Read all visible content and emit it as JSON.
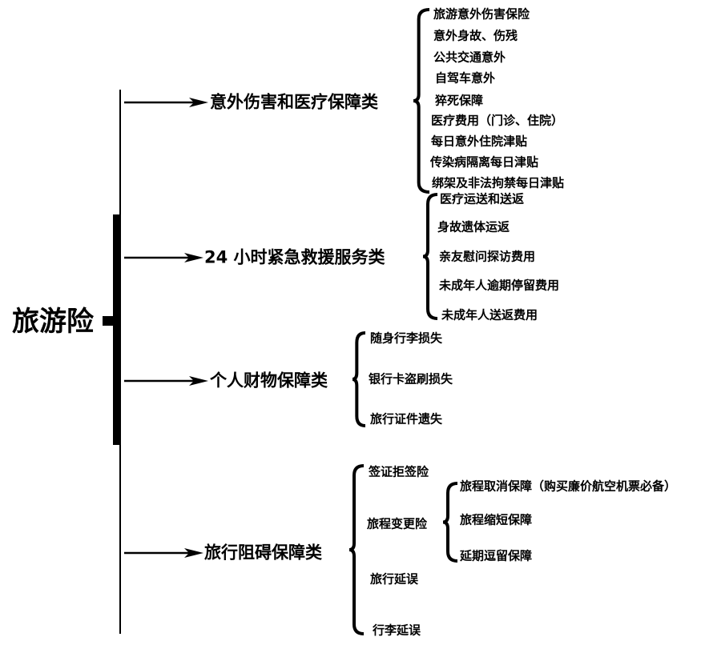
{
  "root": "旅游险",
  "categories": [
    {
      "label": "意外伤害和医疗保障类",
      "items": [
        "旅游意外伤害保险",
        "意外身故、伤残",
        "公共交通意外",
        "自驾车意外",
        "猝死保障",
        "医疗费用（门诊、住院）",
        "每日意外住院津贴",
        "传染病隔离每日津贴",
        "绑架及非法拘禁每日津贴"
      ]
    },
    {
      "label": "24 小时紧急救援服务类",
      "items": [
        "医疗运送和送返",
        "身故遗体运返",
        "亲友慰问探访费用",
        "未成年人逾期停留费用",
        "未成年人送返费用"
      ]
    },
    {
      "label": "个人财物保障类",
      "items": [
        "随身行李损失",
        "银行卡盗刷损失",
        "旅行证件遗失"
      ]
    },
    {
      "label": "旅行阻碍保障类",
      "items": [
        "签证拒签险",
        "旅程变更险",
        "旅行延误",
        "行李延误"
      ],
      "sub": {
        "parent": "旅程变更险",
        "items": [
          "旅程取消保障（购买廉价航空机票必备）",
          "旅程缩短保障",
          "延期逗留保障"
        ]
      }
    }
  ]
}
